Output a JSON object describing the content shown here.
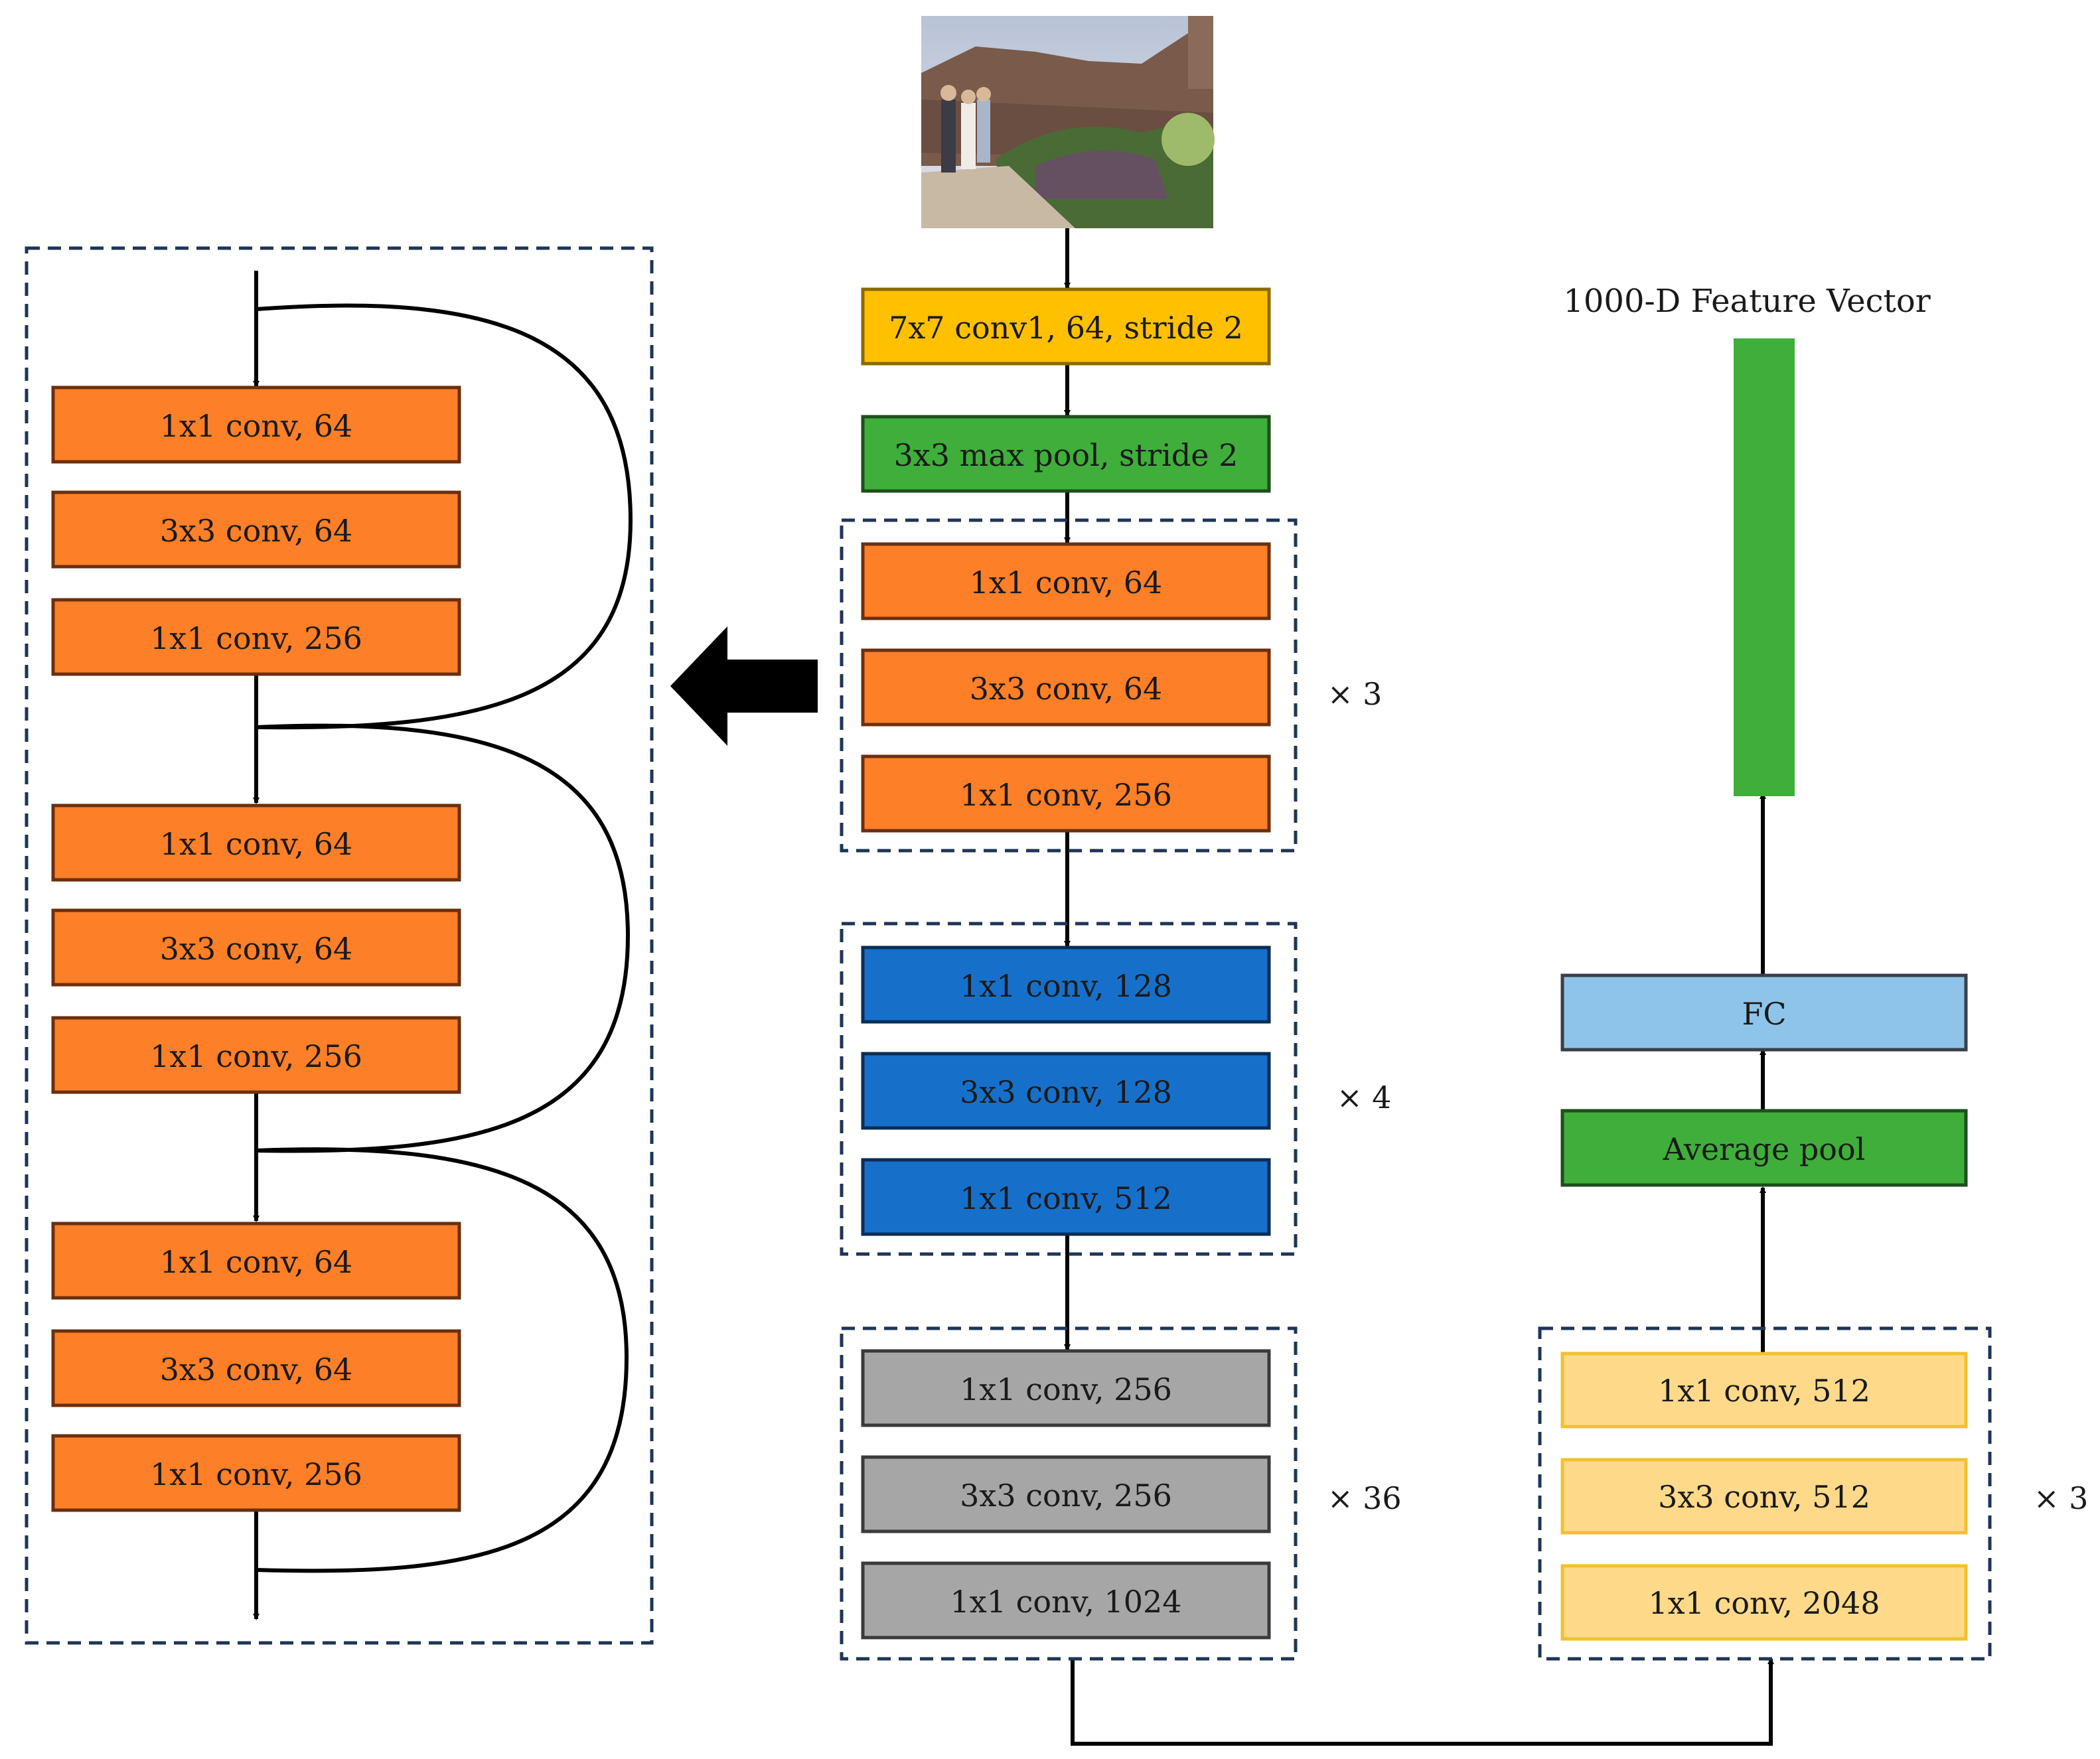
{
  "colors": {
    "orange": "#fd7f28",
    "orange_stroke": "#6b2f0e",
    "yellow": "#ffc000",
    "yellow_stroke": "#8a6a00",
    "green": "#3fae3b",
    "green_stroke": "#1d4f1b",
    "blue": "#1670c9",
    "blue_stroke": "#0b2d55",
    "gray": "#a6a6a6",
    "gray_stroke": "#3a3a3a",
    "light_yellow": "#ffd98a",
    "light_yellow_stroke": "#f2c12e",
    "light_blue": "#8ec4ea",
    "light_blue_stroke": "#3a3f47",
    "dashed": "#1f3556"
  },
  "input_image": {
    "icon": "photo-icon"
  },
  "stem": {
    "conv": "7x7 conv1, 64, stride 2",
    "pool": "3x3 max pool, stride 2"
  },
  "stage1": {
    "layers": [
      "1x1 conv, 64",
      "3x3 conv, 64",
      "1x1 conv, 256"
    ],
    "repeat": "× 3"
  },
  "stage2": {
    "layers": [
      "1x1 conv, 128",
      "3x3 conv, 128",
      "1x1 conv, 512"
    ],
    "repeat": "× 4"
  },
  "stage3": {
    "layers": [
      "1x1 conv, 256",
      "3x3 conv, 256",
      "1x1 conv, 1024"
    ],
    "repeat": "× 36"
  },
  "stage4": {
    "layers": [
      "1x1 conv, 512",
      "3x3 conv, 512",
      "1x1 conv, 2048"
    ],
    "repeat": "× 3"
  },
  "head": {
    "avgpool": "Average pool",
    "fc": "FC",
    "output_label": "1000-D Feature Vector"
  },
  "expanded": {
    "blocks": [
      [
        "1x1 conv, 64",
        "3x3 conv, 64",
        "1x1 conv, 256"
      ],
      [
        "1x1 conv, 64",
        "3x3 conv, 64",
        "1x1 conv, 256"
      ],
      [
        "1x1 conv, 64",
        "3x3 conv, 64",
        "1x1 conv, 256"
      ]
    ]
  }
}
